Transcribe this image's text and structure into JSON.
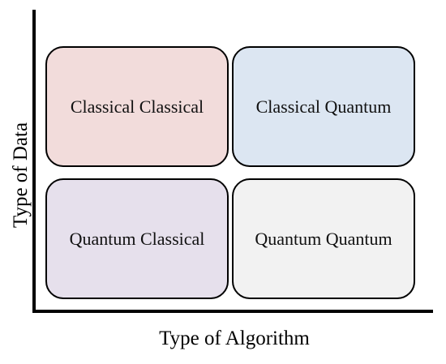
{
  "axes": {
    "x_label": "Type of Algorithm",
    "y_label": "Type of Data"
  },
  "cells": [
    {
      "label": "Classical Classical",
      "color": "#f2dcdb"
    },
    {
      "label": "Classical Quantum",
      "color": "#dce6f2"
    },
    {
      "label": "Quantum Classical",
      "color": "#e6e0ec"
    },
    {
      "label": "Quantum Quantum",
      "color": "#f2f2f2"
    }
  ]
}
